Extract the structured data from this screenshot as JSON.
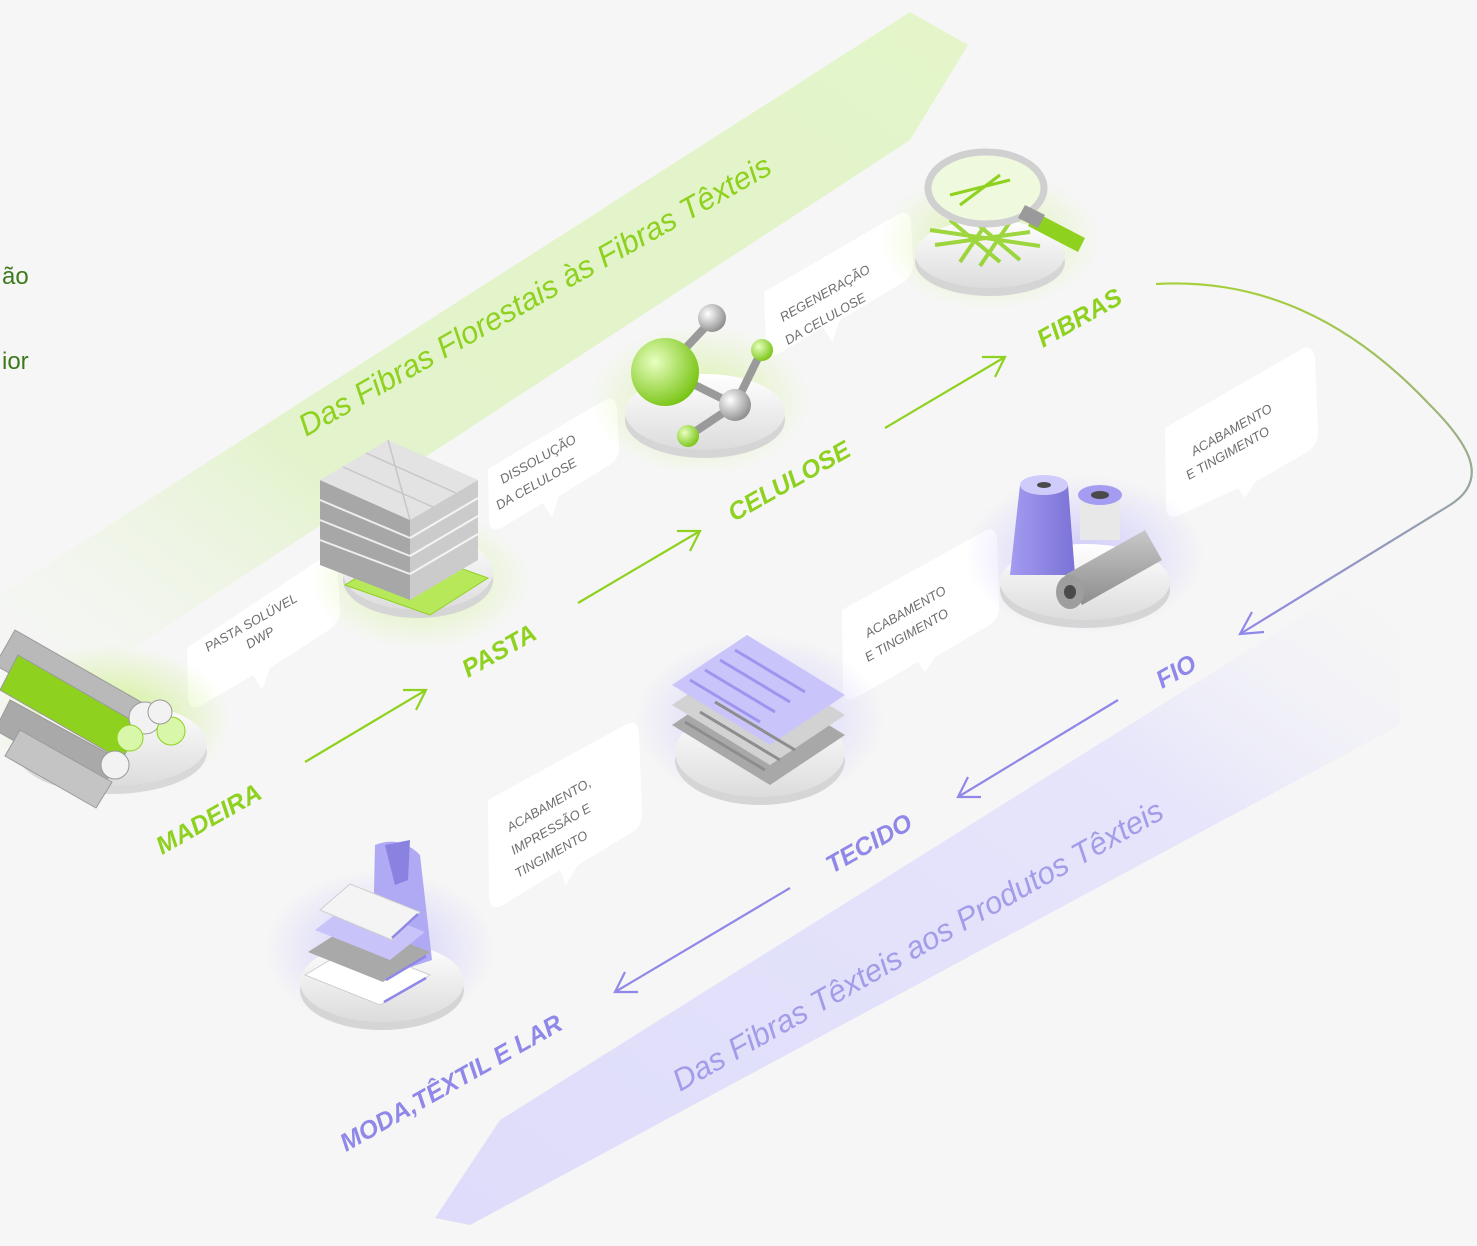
{
  "left_fragments": [
    "ão",
    "ior"
  ],
  "bands": {
    "top_label": "Das Fibras Florestais às Fibras Têxteis",
    "bottom_label": "Das Fibras Têxteis aos Produtos Têxteis"
  },
  "stages": {
    "madeira": "MADEIRA",
    "pasta": "PASTA",
    "celulose": "CELULOSE",
    "fibras": "FIBRAS",
    "fio": "FIO",
    "tecido": "TECIDO",
    "moda": "MODA,TÊXTIL E LAR"
  },
  "bubbles": {
    "pasta_soluvel": [
      "PASTA SOLÚVEL",
      "DWP"
    ],
    "dissolucao": [
      "DISSOLUÇÃO",
      "DA CELULOSE"
    ],
    "regeneracao": [
      "REGENERAÇÃO",
      "DA CELULOSE"
    ],
    "acabamento_fio": [
      "ACABAMENTO",
      "E TINGIMENTO"
    ],
    "acabamento_tecido": [
      "ACABAMENTO",
      "E TINGIMENTO"
    ],
    "acabamento_moda": [
      "ACABAMENTO,",
      "IMPRESSÃO E",
      "TINGIMENTO"
    ]
  },
  "colors": {
    "green": "#8fd11f",
    "green_band": "#e5f5cf",
    "purple": "#8f88e8",
    "purple_band": "#e2e1fb",
    "bubble_text": "#6d6d6d"
  }
}
